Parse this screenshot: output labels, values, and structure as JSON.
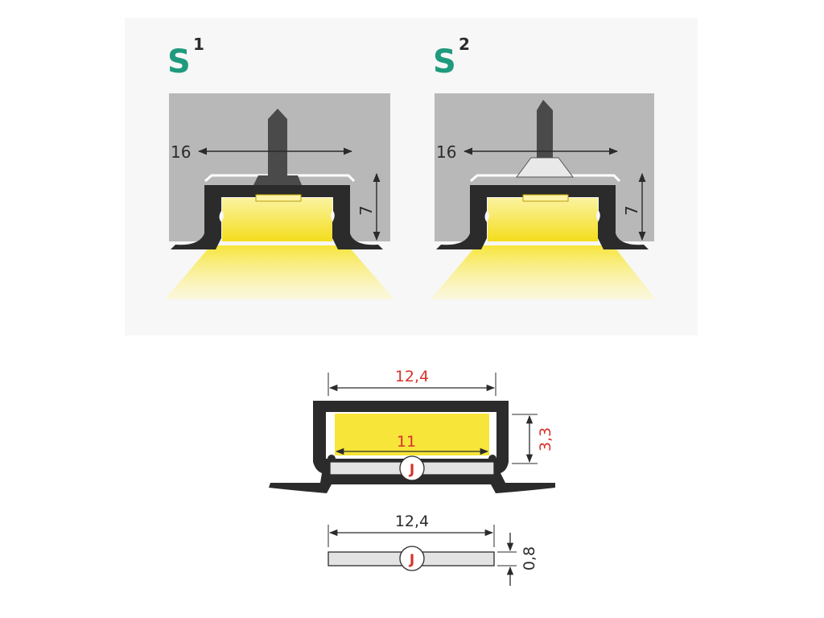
{
  "colors": {
    "accent_teal": "#1f9a7d",
    "dimension_red": "#d6332b",
    "wall_grey": "#b6b6b6",
    "profile_dark": "#2b2b2b",
    "led_yellow": "#f7e53a",
    "panel_bg": "#f6f6f6"
  },
  "variants": [
    {
      "letter": "S",
      "index": "1",
      "width_dim": "16",
      "height_dim": "7",
      "mount_icon": "screw-fixing-icon"
    },
    {
      "letter": "S",
      "index": "2",
      "width_dim": "16",
      "height_dim": "7",
      "mount_icon": "screw-with-spring-clip-icon"
    }
  ],
  "profile": {
    "outer_width": "12,4",
    "inner_width": "11",
    "inner_height": "3,3",
    "cover_badge": "J"
  },
  "cover": {
    "width": "12,4",
    "thickness": "0,8",
    "badge": "J"
  }
}
